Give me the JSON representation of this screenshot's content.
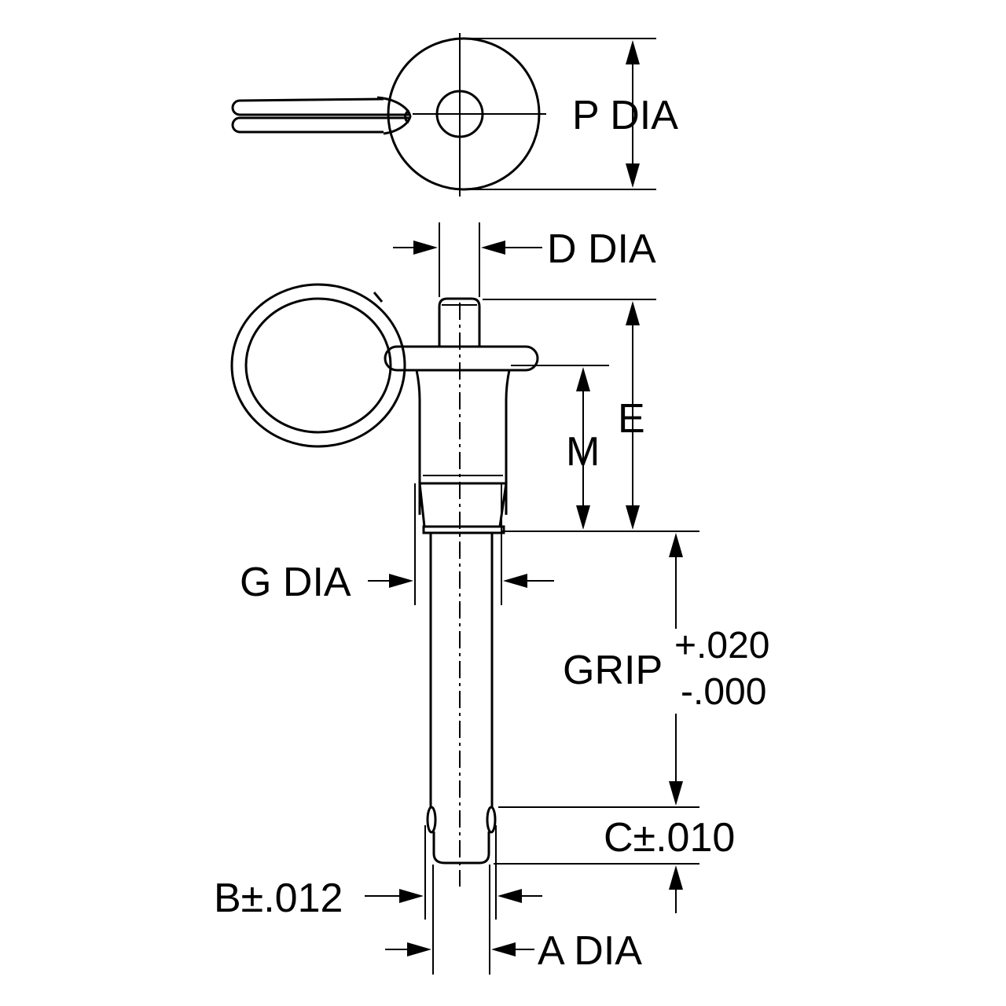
{
  "labels": {
    "p_dia": "P DIA",
    "d_dia": "D DIA",
    "e": "E",
    "m": "M",
    "g_dia": "G DIA",
    "grip": "GRIP",
    "grip_plus": "+.020",
    "grip_minus": "-.000",
    "c_tol": "C±.010",
    "b_tol": "B±.012",
    "a_dia": "A DIA"
  }
}
